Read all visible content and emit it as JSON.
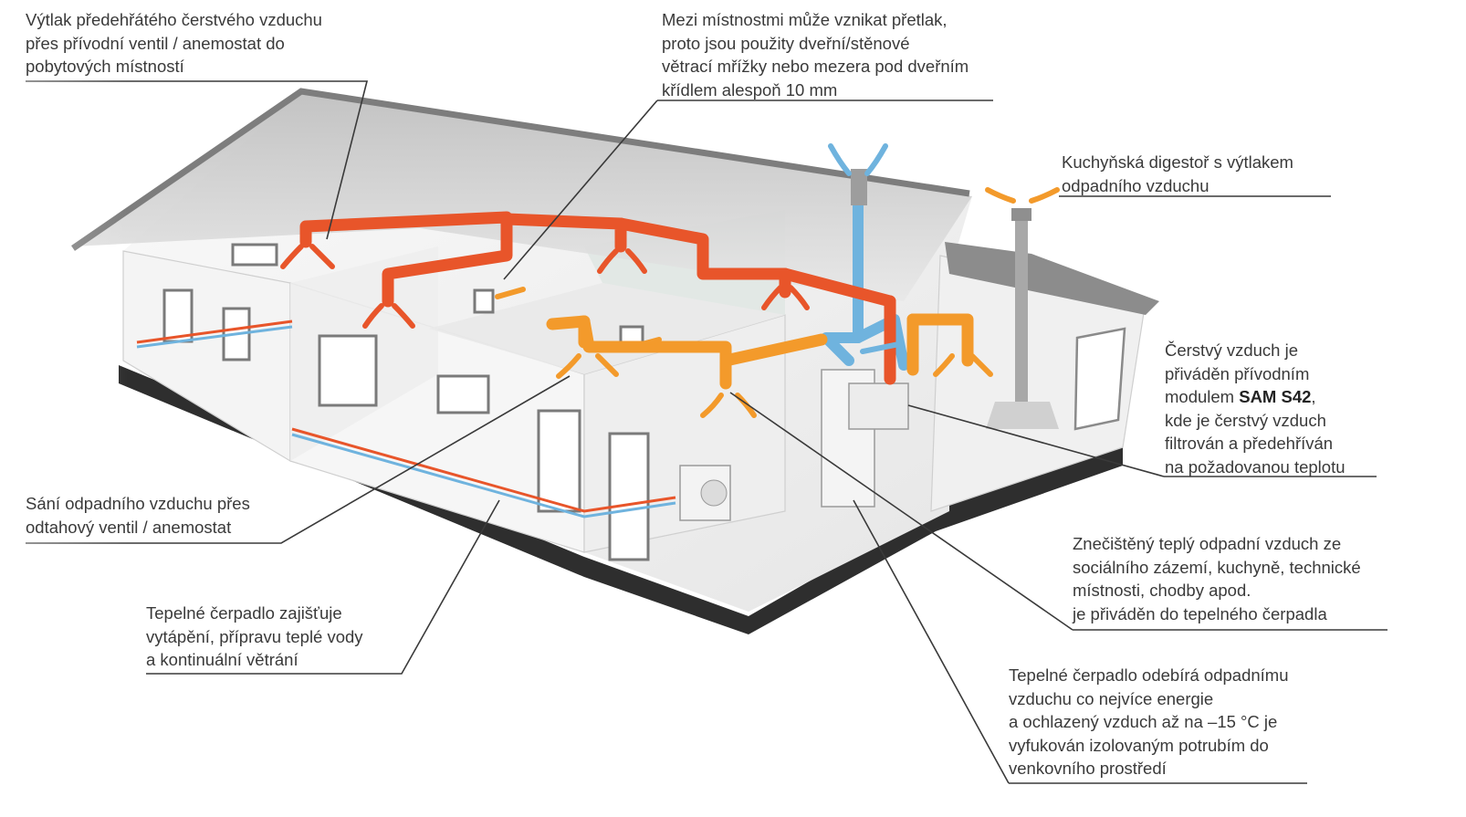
{
  "callouts": {
    "supply": {
      "lines": [
        "Výtlak předehřátého čerstvého vzduchu",
        "přes přívodní ventil / anemostat do",
        "pobytových místností"
      ]
    },
    "overpressure": {
      "lines": [
        "Mezi místnostmi může vznikat přetlak,",
        "proto jsou použity dveřní/stěnové",
        "větrací mřížky nebo mezera pod dveřním",
        "křídlem alespoň 10 mm"
      ]
    },
    "hood": {
      "lines": [
        "Kuchyňská digestoř s výtlakem",
        "odpadního vzduchu"
      ]
    },
    "fresh_air": {
      "line1": "Čerstvý vzduch je",
      "line2": "přiváděn přívodním",
      "line3_prefix": "modulem ",
      "line3_bold": "SAM S42",
      "line3_suffix": ",",
      "line4": "kde je čerstvý vzduch",
      "line5": "filtrován a předehříván",
      "line6": "na požadovanou teplotu"
    },
    "exhaust_intake": {
      "lines": [
        "Sání odpadního vzduchu přes",
        "odtahový ventil / anemostat"
      ]
    },
    "polluted": {
      "lines": [
        "Znečištěný teplý odpadní vzduch ze",
        "sociálního zázemí, kuchyně, technické",
        "místnosti, chodby apod.",
        "je přiváděn do tepelného čerpadla"
      ]
    },
    "heat_pump": {
      "lines": [
        "Tepelné čerpadlo zajišťuje",
        "vytápění, přípravu teplé vody",
        "a kontinuální větrání"
      ]
    },
    "extraction": {
      "lines": [
        "Tepelné čerpadlo odebírá odpadnímu",
        "vzduchu co nejvíce energie",
        "a ochlazený vzduch až na –15 °C je",
        "vyfukován izolovaným potrubím do",
        "venkovního prostředí"
      ]
    }
  },
  "colors": {
    "supply_duct": "#e8552a",
    "exhaust_duct": "#f39a2b",
    "fresh_duct": "#6fb3de",
    "leader_line": "#3a3a3a",
    "wall": "#f2f2f2",
    "roof": "#9a9a9a"
  }
}
